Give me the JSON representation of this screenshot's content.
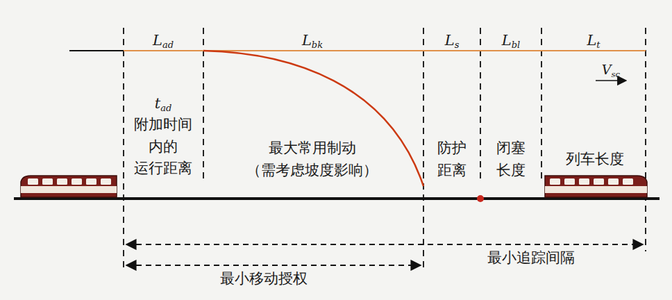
{
  "diagram": {
    "labels": [
      "Lad",
      "Lbk",
      "Ls",
      "Lbl",
      "Lt",
      "Vsc",
      "tad",
      "附加时间 内的 运行距离",
      "最大常用制动 （需考虑坡度影响）",
      "防护 距离",
      "闭塞 长度",
      "列车长度",
      "最小追踪间隔",
      "最小移动授权"
    ]
  }
}
